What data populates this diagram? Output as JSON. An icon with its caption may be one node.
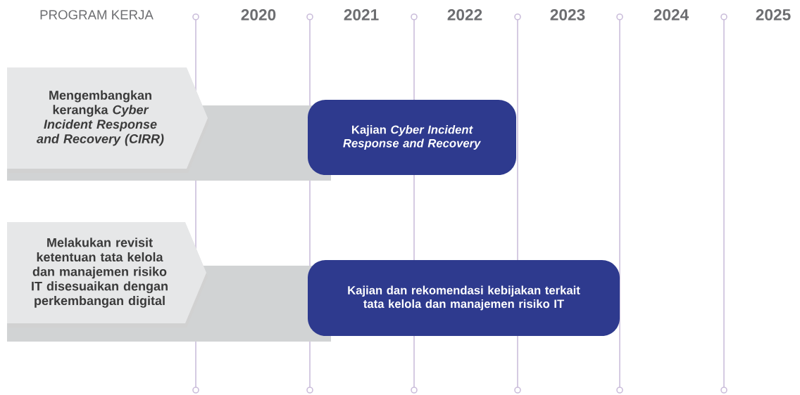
{
  "diagram": {
    "nodes": [
      {
        "text": [
          "Mengembangkan kerangka *Cyber Incident Response and Recovery (CIRR)*"
        ]
      },
      {
        "text": [
          "Kajian *Cyber Incident Response and Recovery*"
        ]
      },
      {
        "text": [
          "Melakukan revisit ketentuan tata kelola dan manajemen risiko IT disesuaikan dengan perkembangan digital"
        ]
      },
      {
        "text": [
          "Kajian dan rekomendasi kebijakan terkait tata kelola dan manajemen risiko IT"
        ]
      }
    ],
    "labels": [
      "PROGRAM KERJA",
      "2020",
      "2021",
      "2022",
      "2023",
      "2024",
      "2025"
    ]
  }
}
